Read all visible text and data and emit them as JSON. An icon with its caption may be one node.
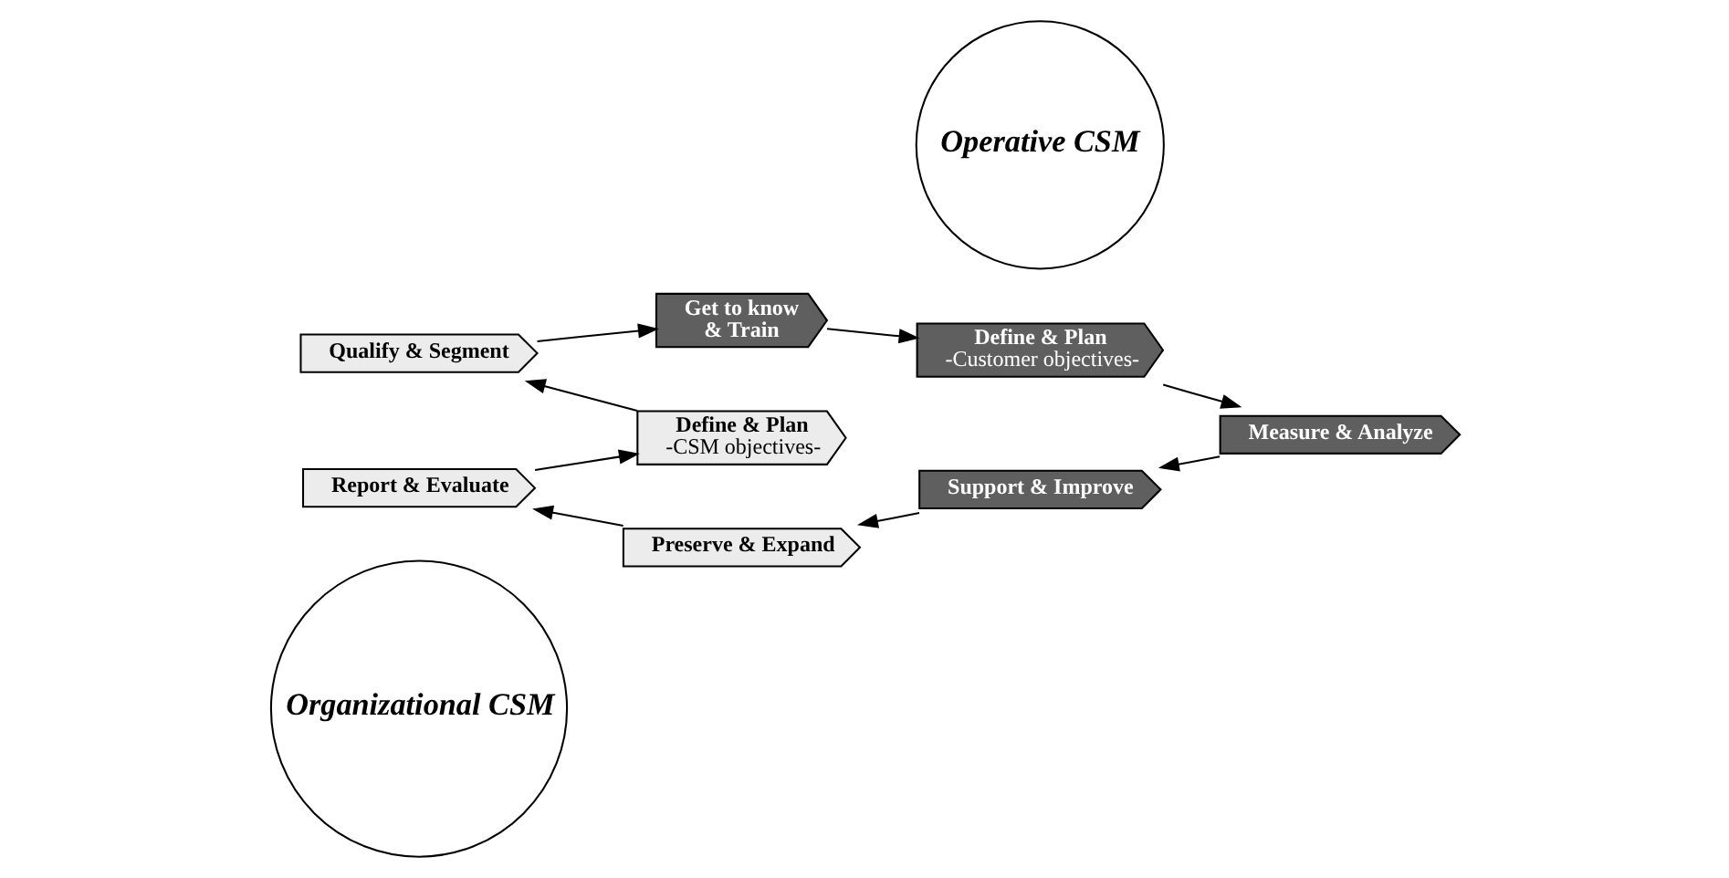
{
  "diagram": {
    "nodes": [
      {
        "text": [
          "Organizational CSM"
        ]
      },
      {
        "text": [
          "Qualify & Segment"
        ]
      },
      {
        "text": [
          "Get to know",
          "& Train"
        ]
      },
      {
        "text": [
          "Define & Plan",
          "-Customer objectives-"
        ]
      },
      {
        "text": [
          "Measure & Analyze"
        ]
      },
      {
        "text": [
          "Support & Improve"
        ]
      },
      {
        "text": [
          "Preserve & Expand"
        ]
      },
      {
        "text": [
          "Report & Evaluate"
        ]
      },
      {
        "text": [
          "Define & Plan",
          "-CSM objectives-"
        ]
      },
      {
        "text": [
          "Operative CSM"
        ]
      }
    ],
    "edges": [
      {
        "from": 8,
        "to": 1,
        "arrow": "to"
      },
      {
        "from": 1,
        "to": 2,
        "arrow": "to"
      },
      {
        "from": 2,
        "to": 3,
        "arrow": "to"
      },
      {
        "from": 3,
        "to": 4,
        "arrow": "to"
      },
      {
        "from": 4,
        "to": 5,
        "arrow": "to"
      },
      {
        "from": 5,
        "to": 6,
        "arrow": "to"
      },
      {
        "from": 6,
        "to": 7,
        "arrow": "to"
      },
      {
        "from": 7,
        "to": 8,
        "arrow": "to"
      }
    ]
  }
}
